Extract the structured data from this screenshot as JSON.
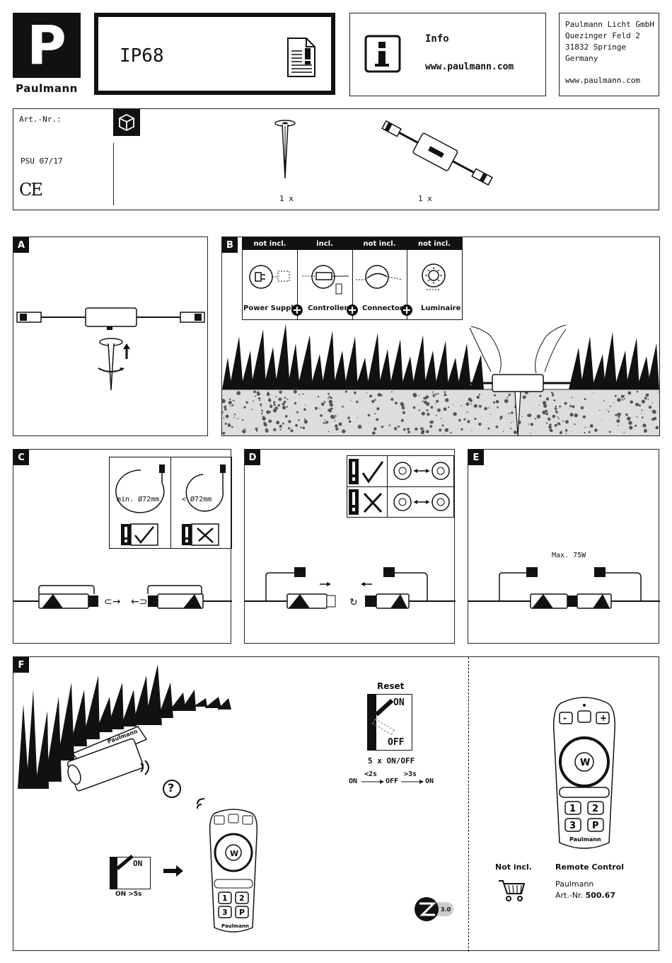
{
  "brand": {
    "name": "Paulmann",
    "logo_letter": "P"
  },
  "ip_rating": "IP68",
  "info": {
    "label": "Info",
    "url": "www.paulmann.com"
  },
  "address": {
    "lines": [
      "Paulmann Licht GmbH",
      "Quezinger Feld 2",
      "31832 Springe",
      "Germany"
    ],
    "url": "www.paulmann.com"
  },
  "product": {
    "art_label": "Art.-Nr.:",
    "psu_code": "PSU 07/17",
    "ce_mark": "CE",
    "contents": [
      {
        "icon": "ground-spike-icon",
        "qty": "1 x"
      },
      {
        "icon": "controller-icon",
        "qty": "1 x"
      }
    ]
  },
  "sections": {
    "a": "A",
    "b": "B",
    "c": "C",
    "d": "D",
    "e": "E",
    "f": "F"
  },
  "section_b": {
    "headers": [
      "not incl.",
      "incl.",
      "not incl.",
      "not incl."
    ],
    "components": [
      "Power Supply",
      "Controller",
      "Connector",
      "Luminaire"
    ]
  },
  "section_c": {
    "min_diameter": "min. Ø72mm",
    "less_diameter": "< Ø72mm"
  },
  "section_e": {
    "max_power": "Max. 75W"
  },
  "section_f": {
    "reset_title": "Reset",
    "switch_on": "ON",
    "switch_off": "OFF",
    "reset_count": "5 x ON/OFF",
    "sequence": {
      "on1": "ON",
      "t1": "<2s",
      "off": "OFF",
      "t2": ">3s",
      "on2": "ON"
    },
    "hold_caption": "ON >5s",
    "question": "?",
    "remote_btn_w": "W",
    "remote_keys": [
      "1",
      "2",
      "3",
      "P"
    ],
    "remote_brand": "Paulmann",
    "zigbee_version": "3.0",
    "not_incl": "Not incl.",
    "remote_title": "Remote Control",
    "remote_maker": "Paulmann",
    "remote_art_prefix": "Art.-Nr.",
    "remote_art_no": "500.67"
  },
  "colors": {
    "ink": "#111111",
    "grey": "#9a9a9a"
  }
}
